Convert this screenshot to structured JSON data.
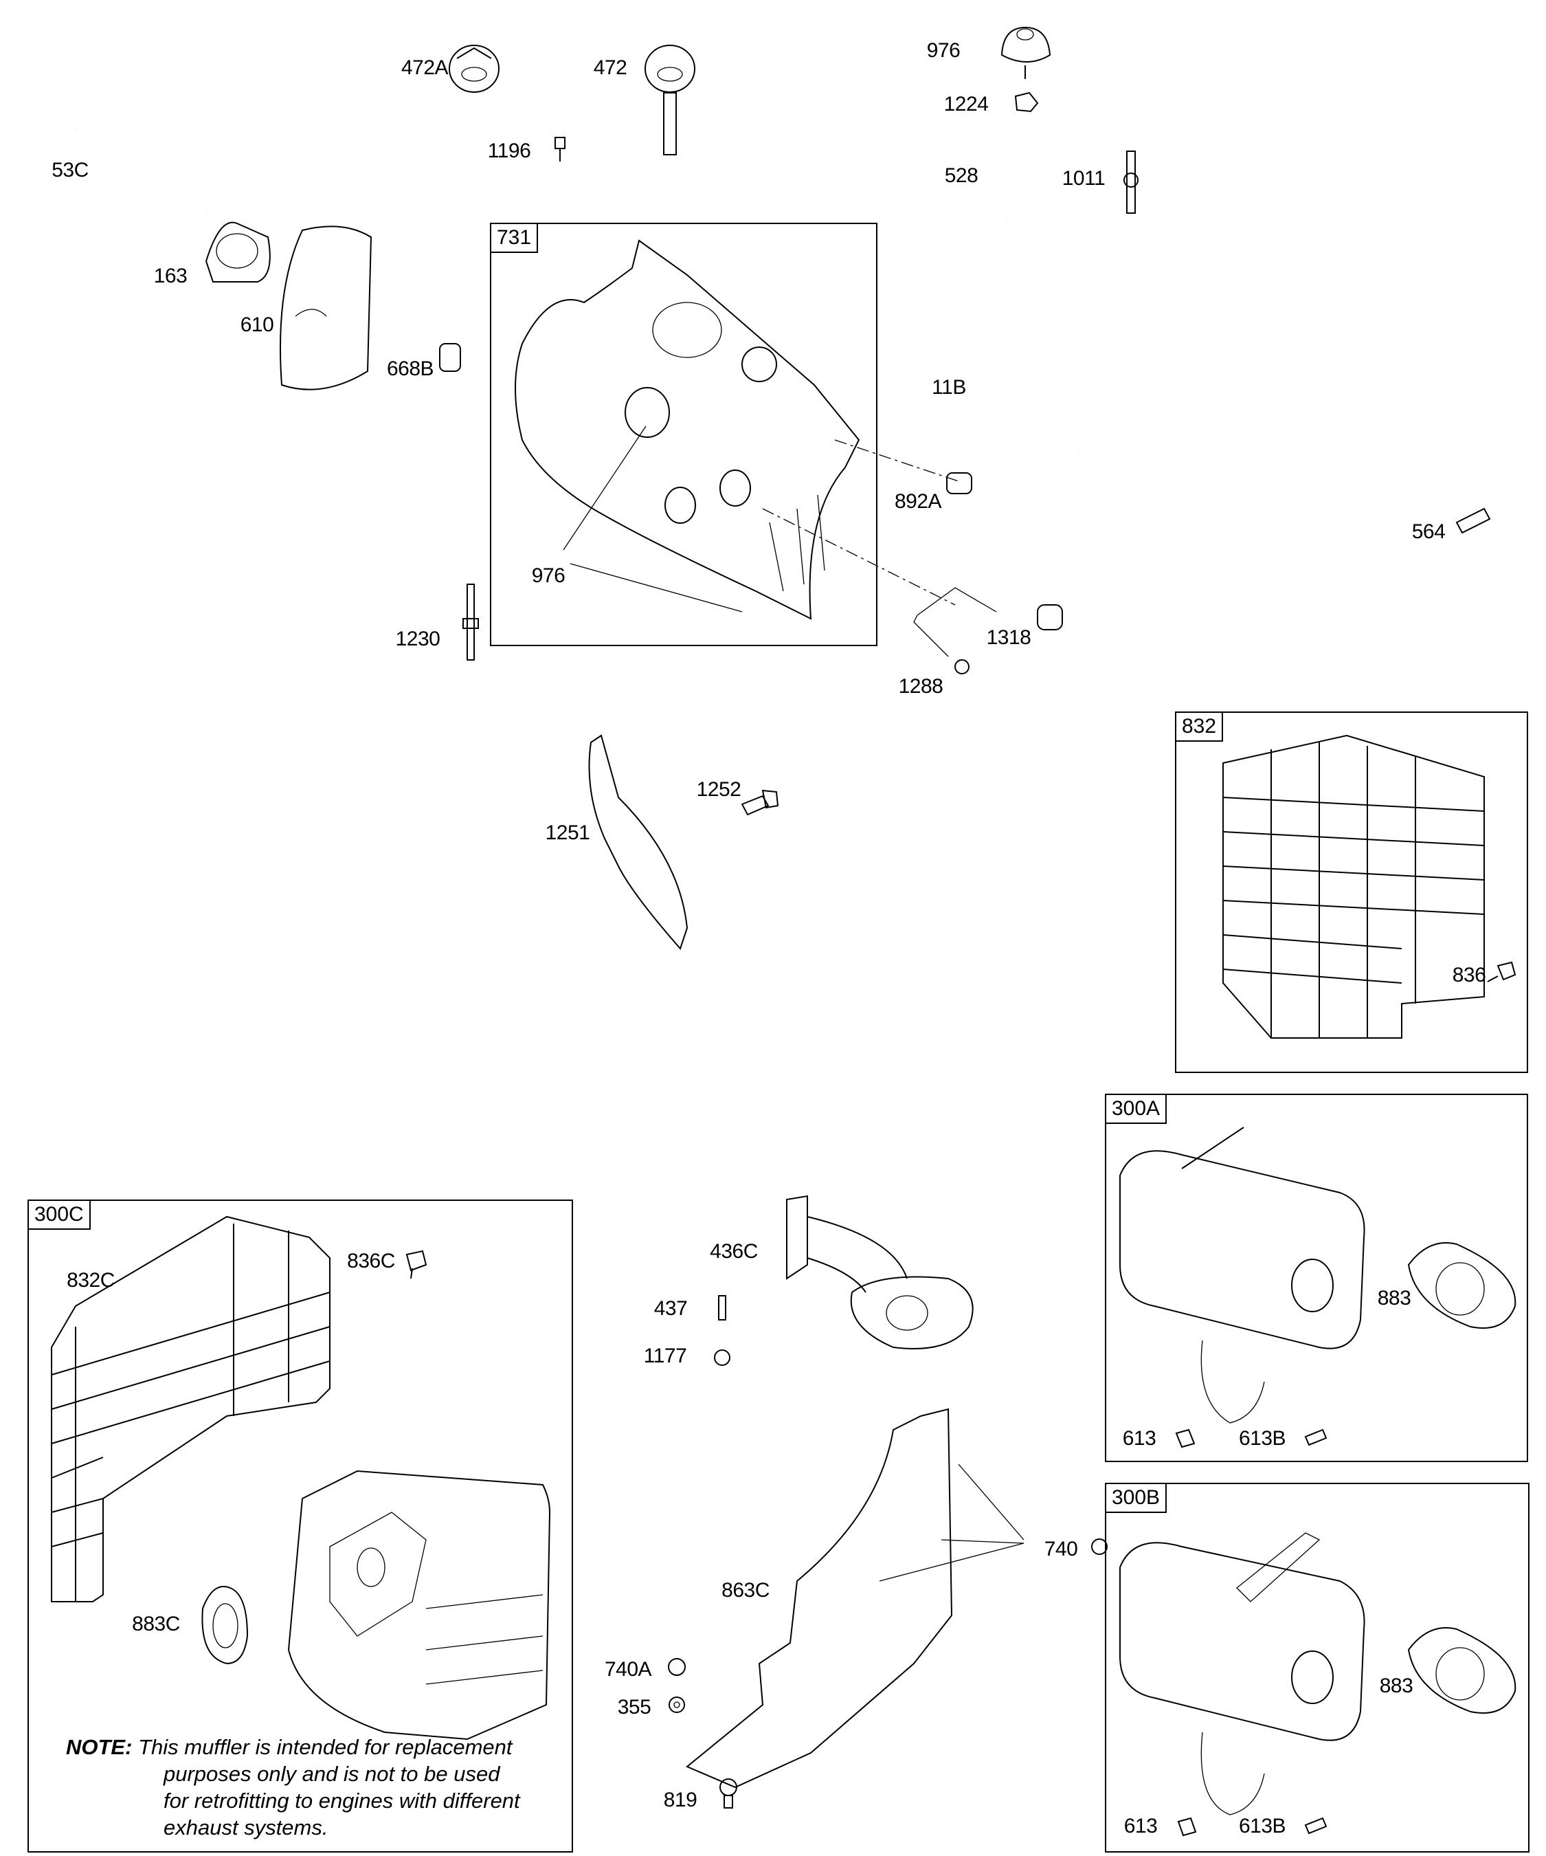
{
  "groups": {
    "g731": "731",
    "g832": "832",
    "g300A": "300A",
    "g300B": "300B",
    "g300C": "300C"
  },
  "labels": [
    "472A",
    "472",
    "976",
    "1224",
    "1196",
    "53C",
    "528",
    "1011",
    "163",
    "610",
    "668B",
    "11B",
    "892A",
    "564",
    "976",
    "1230",
    "1318",
    "1288",
    "1252",
    "1251",
    "836",
    "436C",
    "437",
    "1177",
    "836C",
    "832C",
    "883",
    "613",
    "613B",
    "740",
    "863C",
    "883C",
    "740A",
    "355",
    "883",
    "819",
    "613",
    "613B"
  ],
  "note": {
    "prefix": "NOTE:",
    "line1": "This muffler is intended for replacement",
    "line2": "purposes only and is not to be used",
    "line3": "for retrofitting to engines with different",
    "line4": "exhaust systems."
  }
}
